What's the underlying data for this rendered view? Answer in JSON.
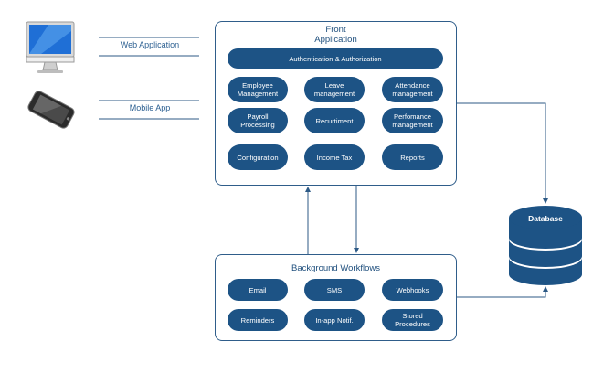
{
  "front_app": {
    "title_line1": "Front",
    "title_line2": "Application",
    "auth_label": "Authentication & Authorization",
    "modules": [
      {
        "line1": "Employee",
        "line2": "Management"
      },
      {
        "line1": "Leave",
        "line2": "management"
      },
      {
        "line1": "Attendance",
        "line2": "management"
      },
      {
        "line1": "Payroll",
        "line2": "Processing"
      },
      {
        "line1": "Recurtiment",
        "line2": ""
      },
      {
        "line1": "Perfomance",
        "line2": "management"
      },
      {
        "line1": "Configuration",
        "line2": ""
      },
      {
        "line1": "Income Tax",
        "line2": ""
      },
      {
        "line1": "Reports",
        "line2": ""
      }
    ]
  },
  "background": {
    "title": "Background Workflows",
    "items": [
      {
        "line1": "Email",
        "line2": ""
      },
      {
        "line1": "SMS",
        "line2": ""
      },
      {
        "line1": "Webhooks",
        "line2": ""
      },
      {
        "line1": "Reminders",
        "line2": ""
      },
      {
        "line1": "In-app Notif.",
        "line2": ""
      },
      {
        "line1": "Stored",
        "line2": "Procedures"
      }
    ]
  },
  "clients": {
    "web_label": "Web Application",
    "mobile_label": "Mobile App"
  },
  "database": {
    "label": "Database"
  },
  "colors": {
    "pill": "#1d5385",
    "border": "#2f5d8a",
    "line": "#2d5a86",
    "text": "#1f4f7d"
  },
  "icons": [
    "monitor-icon",
    "smartphone-icon",
    "database-icon"
  ]
}
